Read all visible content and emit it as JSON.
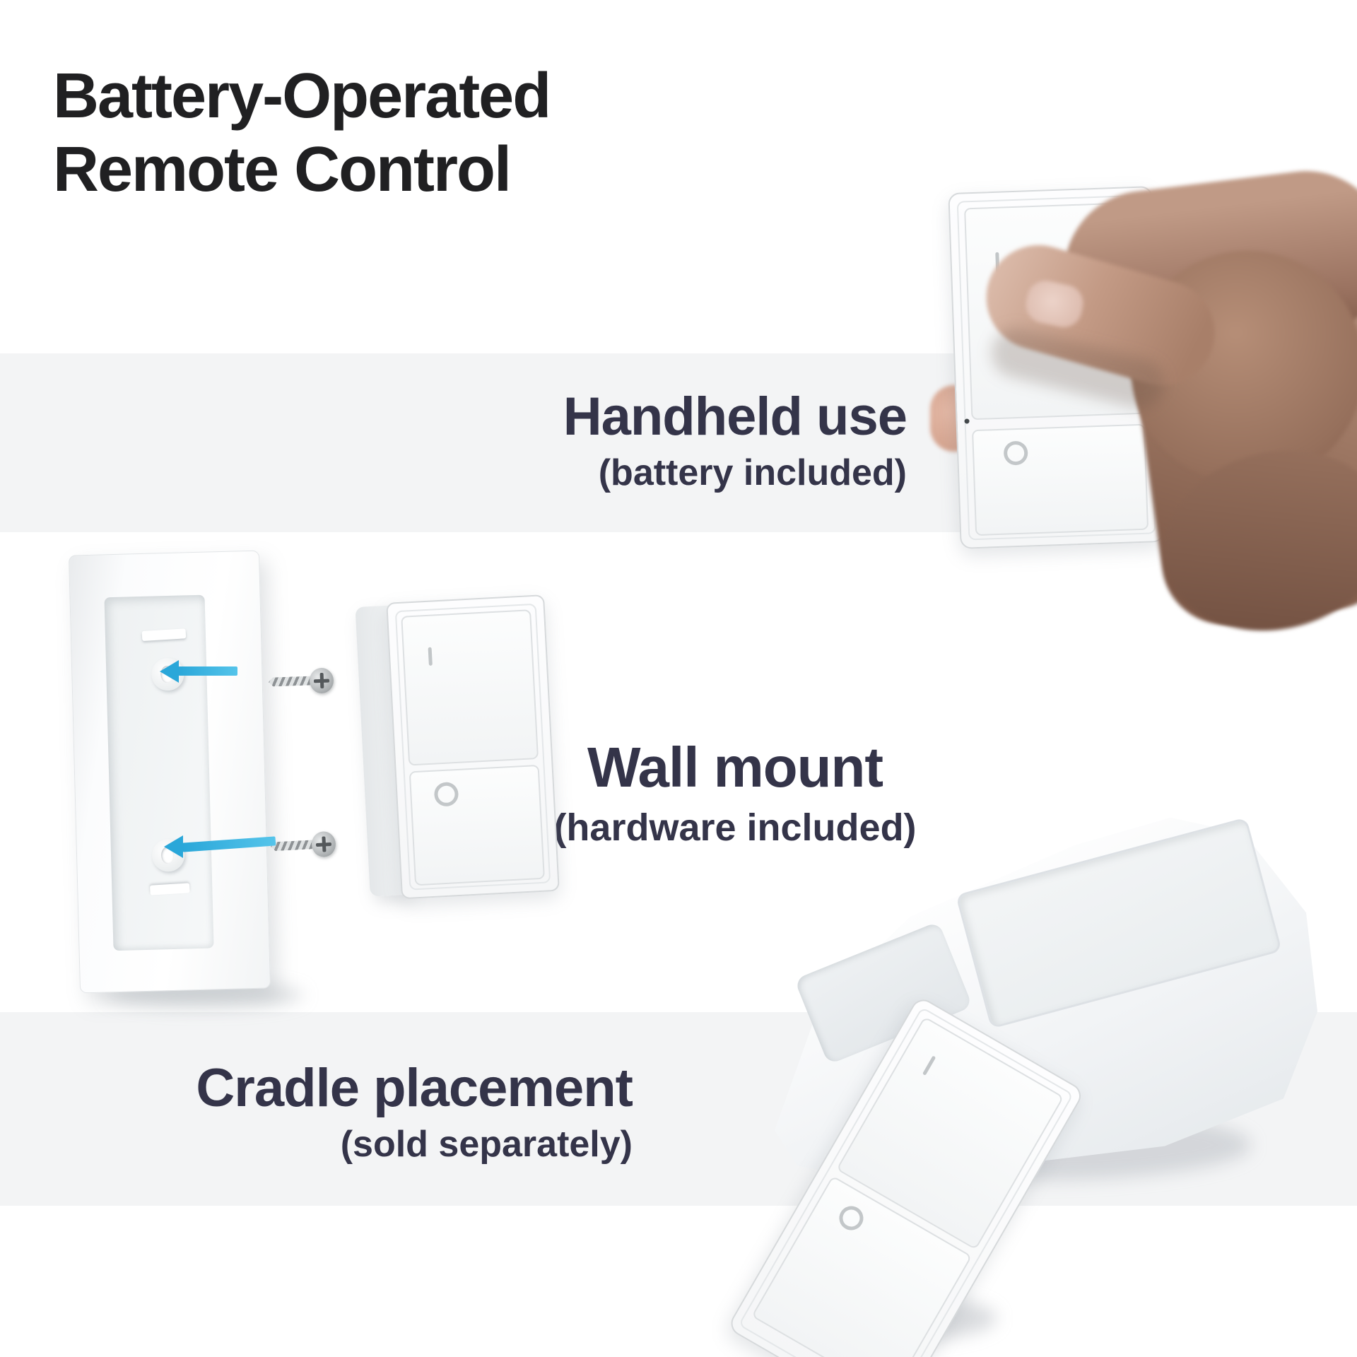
{
  "title": {
    "line1": "Battery-Operated",
    "line2": "Remote Control"
  },
  "sections": {
    "handheld": {
      "heading": "Handheld use",
      "subheading": "(battery included)"
    },
    "wall_mount": {
      "heading": "Wall mount",
      "subheading": "(hardware included)"
    },
    "cradle": {
      "heading": "Cradle placement",
      "subheading": "(sold separately)"
    }
  },
  "remote_marks": {
    "on": "I",
    "off": "O"
  },
  "colors": {
    "band": "#f3f4f5",
    "title_text": "#202022",
    "heading_text": "#343449",
    "arrow_accent": "#2fb1e0"
  }
}
